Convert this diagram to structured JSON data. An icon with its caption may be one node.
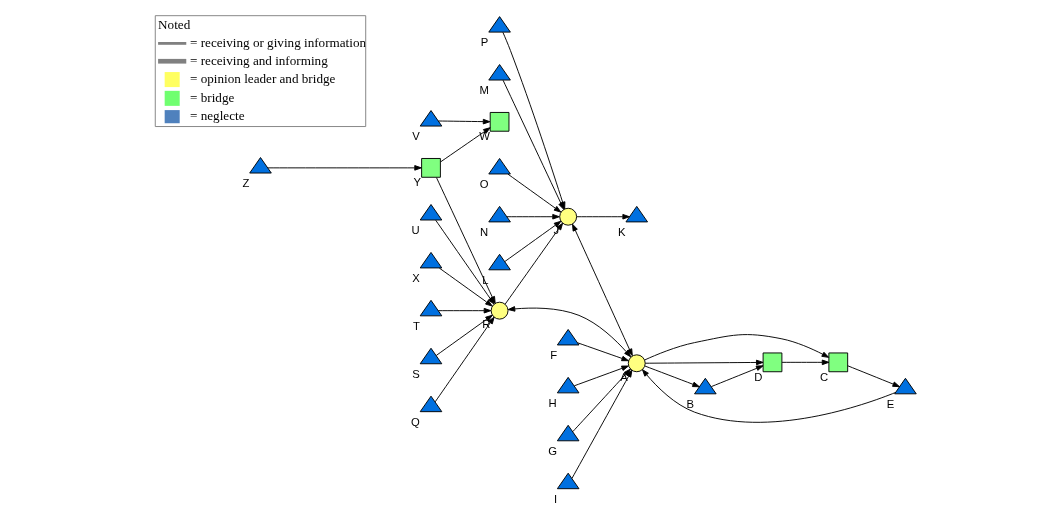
{
  "diagram": {
    "nodes": [
      {
        "text": [],
        "shape": "triangle",
        "beside": [
          "O"
        ]
      },
      {
        "text": [],
        "shape": "triangle",
        "beside": [
          "N"
        ]
      },
      {
        "text": [],
        "shape": "triangle",
        "beside": [
          "L"
        ]
      },
      {
        "text": [],
        "shape": "triangle",
        "beside": [
          "P"
        ]
      },
      {
        "text": [],
        "shape": "triangle",
        "beside": [
          "K"
        ]
      },
      {
        "text": [],
        "shape": "triangle",
        "beside": [
          "U"
        ]
      },
      {
        "text": [],
        "shape": "circle",
        "beside": [
          "J"
        ]
      },
      {
        "text": [],
        "shape": "triangle",
        "beside": [
          "M"
        ]
      },
      {
        "text": [],
        "shape": "triangle",
        "beside": [
          "X"
        ]
      },
      {
        "text": [],
        "shape": "box",
        "beside": [
          "W"
        ]
      },
      {
        "text": [],
        "shape": "circle",
        "beside": [
          "R"
        ]
      },
      {
        "text": [],
        "shape": "triangle",
        "beside": [
          "B"
        ]
      },
      {
        "text": [],
        "shape": "triangle",
        "beside": [
          "V"
        ]
      },
      {
        "text": [],
        "shape": "box",
        "beside": [
          "Y"
        ]
      },
      {
        "text": [],
        "shape": "triangle",
        "beside": [
          "Z"
        ]
      },
      {
        "text": [],
        "shape": "circle",
        "beside": [
          "A"
        ]
      },
      {
        "text": [],
        "shape": "box",
        "beside": [
          "D"
        ]
      },
      {
        "text": [],
        "shape": "triangle",
        "beside": [
          "T"
        ]
      },
      {
        "text": [],
        "shape": "triangle",
        "beside": [
          "S"
        ]
      },
      {
        "text": [],
        "shape": "triangle",
        "beside": [
          "Q"
        ]
      },
      {
        "text": [],
        "shape": "box",
        "beside": [
          "C"
        ]
      },
      {
        "text": [],
        "shape": "triangle",
        "beside": [
          "H"
        ]
      },
      {
        "text": [],
        "shape": "triangle",
        "beside": [
          "G"
        ]
      },
      {
        "text": [],
        "shape": "triangle",
        "beside": [
          "I"
        ]
      },
      {
        "text": [],
        "shape": "triangle",
        "beside": [
          "E"
        ]
      },
      {
        "text": [],
        "shape": "triangle",
        "beside": [
          "F"
        ]
      }
    ],
    "edges": [
      {
        "from": 0,
        "to": 6,
        "arrow": "to"
      },
      {
        "from": 1,
        "to": 6,
        "arrow": "to"
      },
      {
        "from": 2,
        "to": 6,
        "arrow": "to"
      },
      {
        "from": 3,
        "to": 6,
        "arrow": "to"
      },
      {
        "from": 6,
        "to": 4,
        "arrow": "to"
      },
      {
        "from": 7,
        "to": 6,
        "arrow": "to"
      },
      {
        "from": 10,
        "to": 6,
        "arrow": "to"
      },
      {
        "from": 6,
        "to": 15,
        "arrow": "both"
      },
      {
        "from": 5,
        "to": 10,
        "arrow": "to"
      },
      {
        "from": 8,
        "to": 10,
        "arrow": "to"
      },
      {
        "from": 13,
        "to": 10,
        "arrow": "to"
      },
      {
        "from": 17,
        "to": 10,
        "arrow": "to"
      },
      {
        "from": 18,
        "to": 10,
        "arrow": "to"
      },
      {
        "from": 19,
        "to": 10,
        "arrow": "to"
      },
      {
        "from": 10,
        "to": 15,
        "arrow": "both"
      },
      {
        "from": 12,
        "to": 9,
        "arrow": "to"
      },
      {
        "from": 13,
        "to": 9,
        "arrow": "to"
      },
      {
        "from": 14,
        "to": 13,
        "arrow": "to"
      },
      {
        "from": 15,
        "to": 11,
        "arrow": "to"
      },
      {
        "from": 15,
        "to": 16,
        "arrow": "to"
      },
      {
        "from": 15,
        "to": 20,
        "arrow": "to"
      },
      {
        "from": 11,
        "to": 16,
        "arrow": "to"
      },
      {
        "from": 16,
        "to": 20,
        "arrow": "to"
      },
      {
        "from": 20,
        "to": 24,
        "arrow": "to"
      },
      {
        "from": 21,
        "to": 15,
        "arrow": "to"
      },
      {
        "from": 22,
        "to": 15,
        "arrow": "to"
      },
      {
        "from": 23,
        "to": 15,
        "arrow": "to"
      },
      {
        "from": 25,
        "to": 15,
        "arrow": "to"
      },
      {
        "from": 24,
        "to": 15,
        "arrow": "to"
      }
    ],
    "labels": [
      "Noted"
    ],
    "legend": [
      {
        "text": "= receiving or giving information"
      },
      {
        "text": "= receiving and informing"
      },
      {
        "text": "= opinion leader and bridge"
      },
      {
        "text": "= bridge"
      },
      {
        "text": "= neglecte"
      }
    ]
  }
}
